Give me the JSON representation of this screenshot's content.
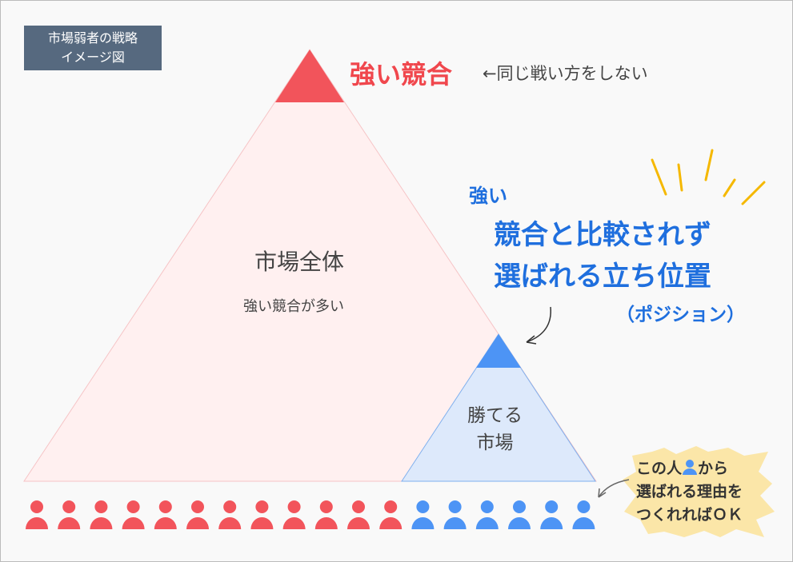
{
  "badge": {
    "line1": "市場弱者の戦略",
    "line2": "イメージ図"
  },
  "top": {
    "label": "強い競合",
    "note": "←同じ戦い方をしない"
  },
  "market": {
    "title": "市場全体",
    "subtitle": "強い競合が多い"
  },
  "winnable": {
    "line1": "勝てる",
    "line2": "市場"
  },
  "position": {
    "line1": "強い",
    "line2": "競合と比較されず",
    "line3": "選ばれる立ち位置",
    "line4": "（ポジション）"
  },
  "callout": {
    "line1a": "この人",
    "line1b": "から",
    "line2": "選ばれる理由を",
    "line3": "つくれればＯＫ"
  },
  "people": {
    "red_count": 12,
    "blue_count": 6
  },
  "colors": {
    "red": "#f2545b",
    "blue": "#4d94f5",
    "yellow": "#f5b800",
    "pink": "#fff0f0",
    "lightblue": "#dde9fb"
  }
}
